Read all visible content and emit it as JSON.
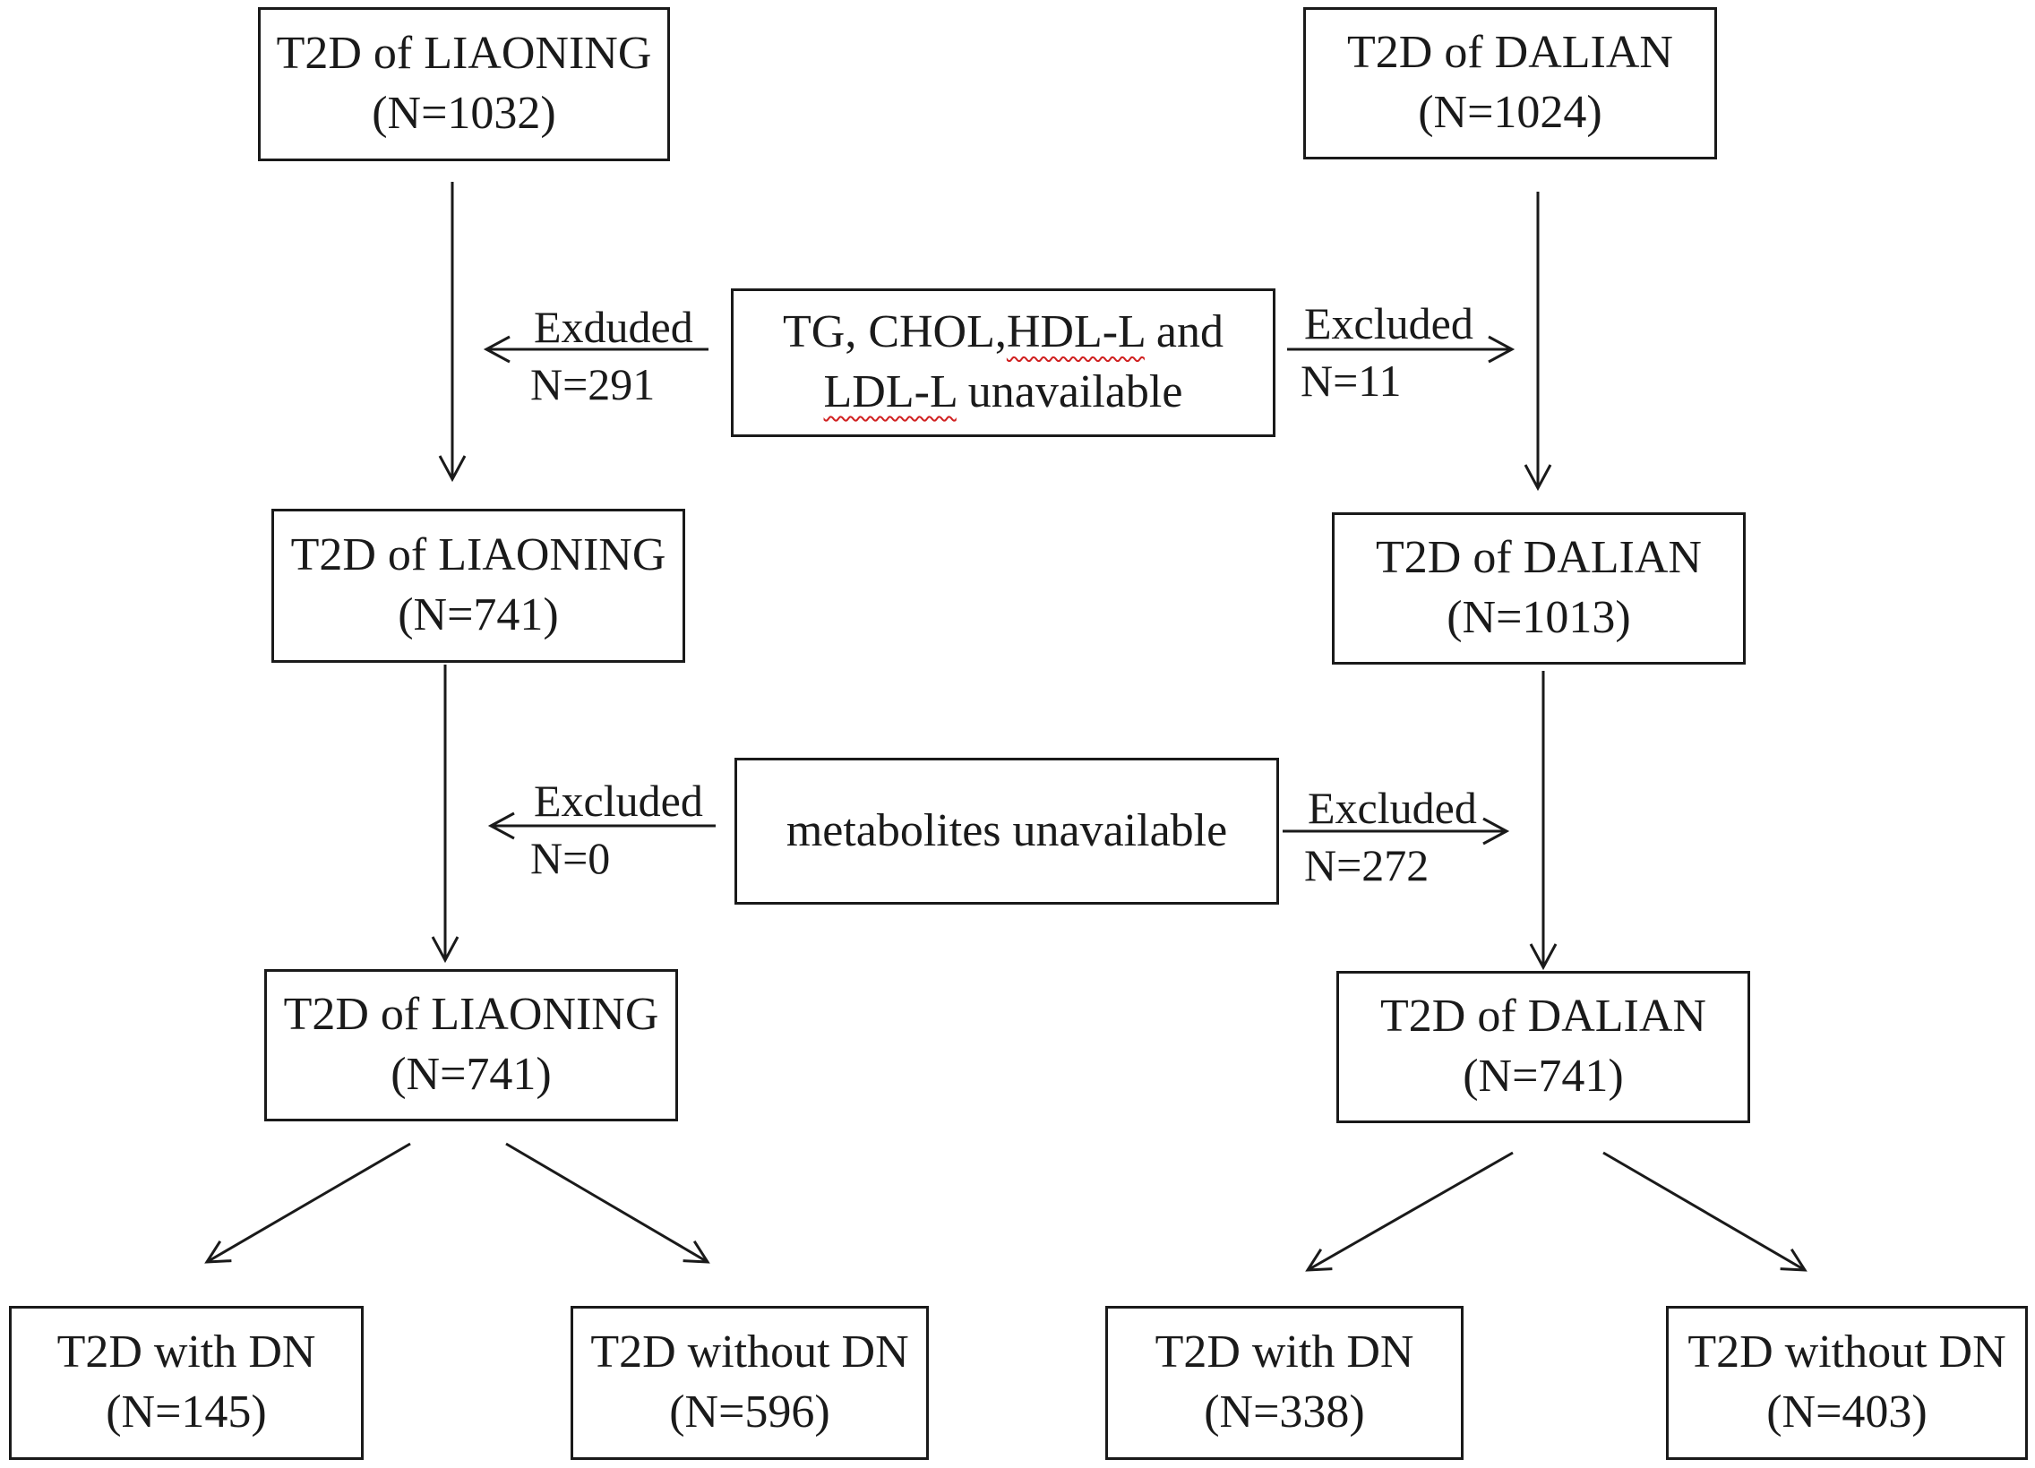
{
  "liaoning": {
    "top": {
      "title": "T2D of LIAONING",
      "count": "(N=1032)"
    },
    "mid": {
      "title": "T2D of LIAONING",
      "count": "(N=741)"
    },
    "bottom": {
      "title": "T2D of LIAONING",
      "count": "(N=741)"
    },
    "with_dn": {
      "title": "T2D with DN",
      "count": "(N=145)"
    },
    "without_dn": {
      "title": "T2D without DN",
      "count": "(N=596)"
    },
    "excl1": {
      "label": "Exduded",
      "count": "N=291"
    },
    "excl2": {
      "label": "Excluded",
      "count": "N=0"
    }
  },
  "dalian": {
    "top": {
      "title": "T2D of DALIAN",
      "count": "(N=1024)"
    },
    "mid": {
      "title": "T2D of DALIAN",
      "count": "(N=1013)"
    },
    "bottom": {
      "title": "T2D of DALIAN",
      "count": "(N=741)"
    },
    "with_dn": {
      "title": "T2D with DN",
      "count": "(N=338)"
    },
    "without_dn": {
      "title": "T2D without DN",
      "count": "(N=403)"
    },
    "excl1": {
      "label": "Excluded",
      "count": "N=11"
    },
    "excl2": {
      "label": "Excluded",
      "count": "N=272"
    }
  },
  "criteria": {
    "lipids": {
      "line1_a": "TG, CHOL,",
      "line1_b": "HDL-L",
      "line1_c": " and",
      "line2_a": "LDL-L",
      "line2_b": " unavailable"
    },
    "metabolites": {
      "text": "metabolites unavailable"
    }
  }
}
